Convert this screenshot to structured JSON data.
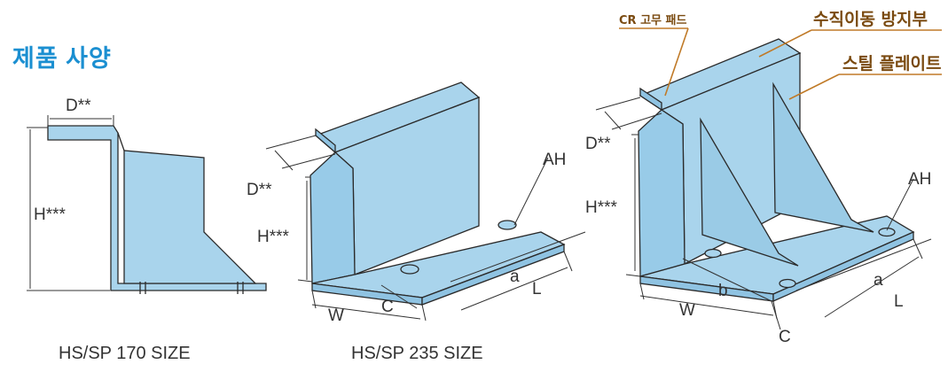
{
  "title": "제품 사양",
  "colors": {
    "accent": "#1b8fd1",
    "fill": "#a9d4ec",
    "stroke": "#2a2a2a",
    "callout": "#c07a28"
  },
  "figures": [
    {
      "caption": "HS/SP 170 SIZE",
      "labels": {
        "d": "D**",
        "h": "H***"
      }
    },
    {
      "caption": "HS/SP 235 SIZE",
      "labels": {
        "d": "D**",
        "h": "H***",
        "ah": "AH",
        "w": "W",
        "c": "C",
        "a": "a",
        "l": "L"
      }
    },
    {
      "caption": "",
      "labels": {
        "d": "D**",
        "h": "H***",
        "ah": "AH",
        "w": "W",
        "b": "b",
        "c": "C",
        "a": "a",
        "l": "L"
      }
    }
  ],
  "callouts": {
    "cr_pad": "CR 고무 패드",
    "vertical_stop": "수직이동 방지부",
    "steel_plate": "스틸 플레이트"
  }
}
